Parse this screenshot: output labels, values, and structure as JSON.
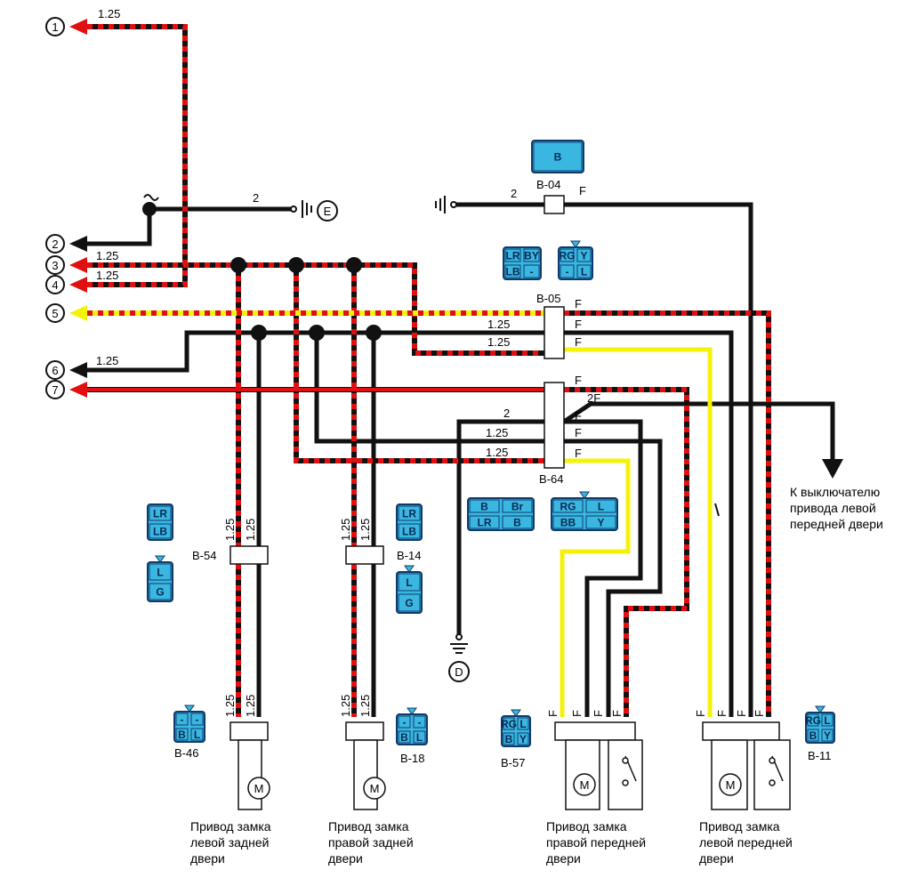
{
  "colors": {
    "red": "#e01010",
    "black": "#111111",
    "yellow": "#f5f20a",
    "connector_fill": "#3ab7e0",
    "connector_stroke": "#0d3b6e"
  },
  "terminals": [
    "1",
    "2",
    "3",
    "4",
    "5",
    "6",
    "7"
  ],
  "grounds": {
    "e": "E",
    "d": "D"
  },
  "wire_sizes": {
    "w1": "1.25",
    "w2": "2",
    "w3": "1.25",
    "w4": "1.25",
    "w6": "1.25",
    "b04_in": "2",
    "b05_a": "1.25",
    "b05_b": "1.25",
    "b64_a": "2",
    "b64_b": "1.25",
    "b64_c": "1.25",
    "b54_t1": "1.25",
    "b54_t2": "1.25",
    "b54_b1": "1.25",
    "b54_b2": "1.25",
    "b14_t1": "1.25",
    "b14_t2": "1.25",
    "b14_b1": "1.25",
    "b14_b2": "1.25",
    "b64_2f": "2F"
  },
  "pin_f": "F",
  "connectors": {
    "b04": "B-04",
    "b05": "B-05",
    "b64": "B-64",
    "b54": "B-54",
    "b14": "B-14",
    "b46": "B-46",
    "b18": "B-18",
    "b57": "B-57",
    "b11": "B-11"
  },
  "pin_codes": {
    "b04": [
      "B"
    ],
    "b05_left": [
      "LR",
      "BY",
      "LB",
      "-"
    ],
    "b05_right": [
      "RG",
      "Y",
      "-",
      "L"
    ],
    "b64_left": [
      "B",
      "Br",
      "LR",
      "B"
    ],
    "b64_right": [
      "RG",
      "L",
      "BB",
      "Y"
    ],
    "b54_a": [
      "LR",
      "LB"
    ],
    "b54_b": [
      "L",
      "G"
    ],
    "b14_a": [
      "LR",
      "LB"
    ],
    "b14_b": [
      "L",
      "G"
    ],
    "b46": [
      "-",
      "-",
      "B",
      "L"
    ],
    "b18": [
      "-",
      "-",
      "B",
      "L"
    ],
    "b57": [
      "RG",
      "L",
      "B",
      "Y"
    ],
    "b11": [
      "RG",
      "L",
      "B",
      "Y"
    ]
  },
  "motor_symbol": "M",
  "note": [
    "К выключателю",
    "привода левой",
    "передней двери"
  ],
  "actuators": [
    [
      "Привод замка",
      "левой задней",
      "двери"
    ],
    [
      "Привод замка",
      "правой задней",
      "двери"
    ],
    [
      "Привод замка",
      "правой передней",
      "двери"
    ],
    [
      "Привод замка",
      "левой передней",
      "двери"
    ]
  ]
}
